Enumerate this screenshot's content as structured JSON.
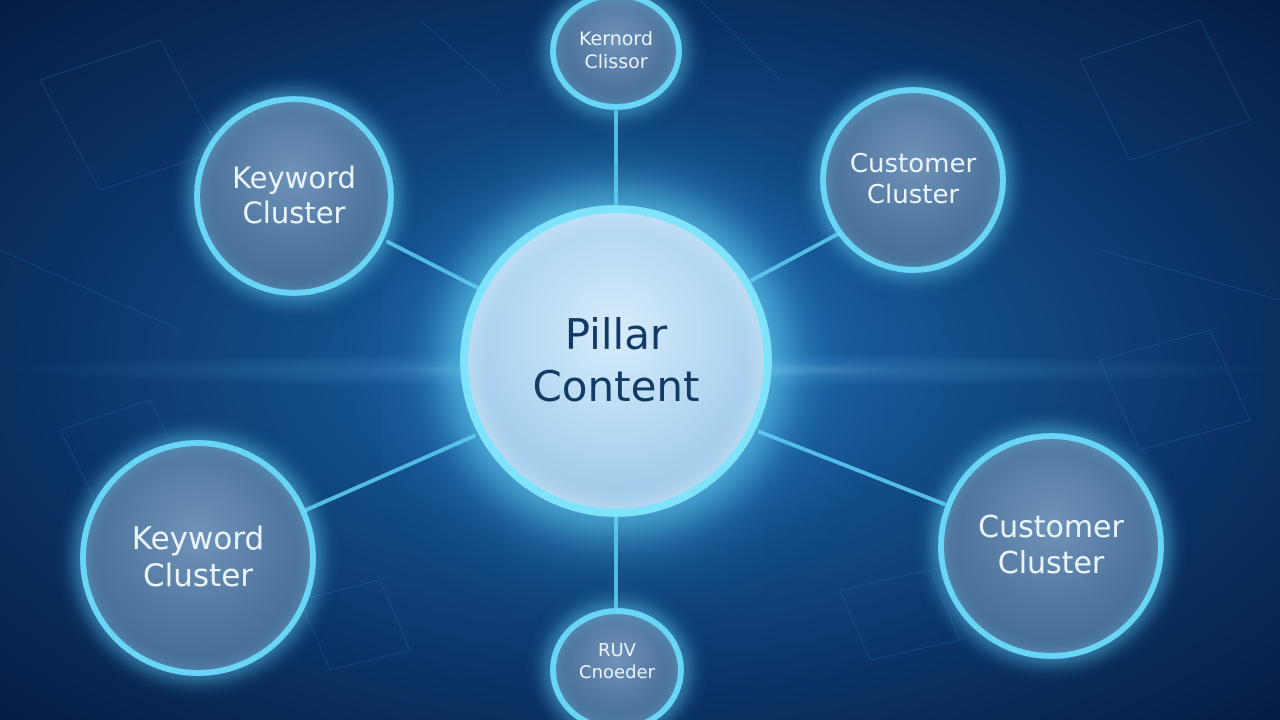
{
  "diagram": {
    "center": {
      "line1": "Pillar",
      "line2": "Content"
    },
    "nodes": [
      {
        "id": "top",
        "line1": "Kernord",
        "line2": "Clissor"
      },
      {
        "id": "upper-left",
        "line1": "Keyword",
        "line2": "Cluster"
      },
      {
        "id": "upper-right",
        "line1": "Customer",
        "line2": "Cluster"
      },
      {
        "id": "lower-left",
        "line1": "Keyword",
        "line2": "Cluster"
      },
      {
        "id": "lower-right",
        "line1": "Customer",
        "line2": "Cluster"
      },
      {
        "id": "bottom",
        "line1": "RUV",
        "line2": "Cnoeder"
      }
    ]
  },
  "colors": {
    "background": "#0b3366",
    "node_ring": "#69d6f5",
    "connector": "#5ccbf0",
    "center_text": "#123a63",
    "node_text": "#eaf4ff"
  }
}
